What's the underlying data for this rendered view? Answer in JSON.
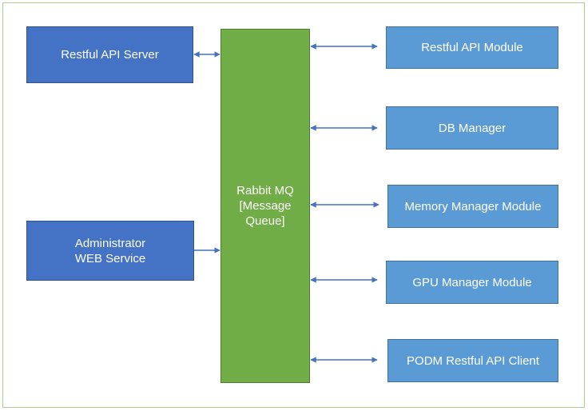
{
  "colors": {
    "server_box": "#4472c4",
    "module_box": "#5b9bd5",
    "queue_box": "#70ad47",
    "arrow": "#4472c4",
    "frame_border": "#a9d08e",
    "text": "#ffffff"
  },
  "left_nodes": {
    "restful_api_server": "Restful API Server",
    "admin_web_service": "Administrator\nWEB Service"
  },
  "center_node": {
    "label": "Rabbit MQ\n[Message\nQueue]"
  },
  "right_nodes": {
    "restful_api_module": "Restful API Module",
    "db_manager": "DB Manager",
    "memory_manager_module": "Memory Manager Module",
    "gpu_manager_module": "GPU Manager Module",
    "podm_restful_api_client": "PODM Restful API Client"
  }
}
